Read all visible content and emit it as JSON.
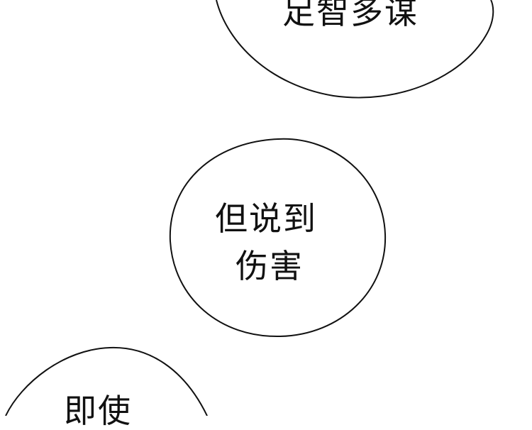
{
  "bubbles": [
    {
      "lines": [
        "足智多谋"
      ]
    },
    {
      "lines": [
        "但说到",
        "伤害"
      ]
    },
    {
      "lines": [
        "即使"
      ]
    }
  ],
  "colors": {
    "background": "#ffffff",
    "outline": "#111111",
    "text": "#111111"
  }
}
